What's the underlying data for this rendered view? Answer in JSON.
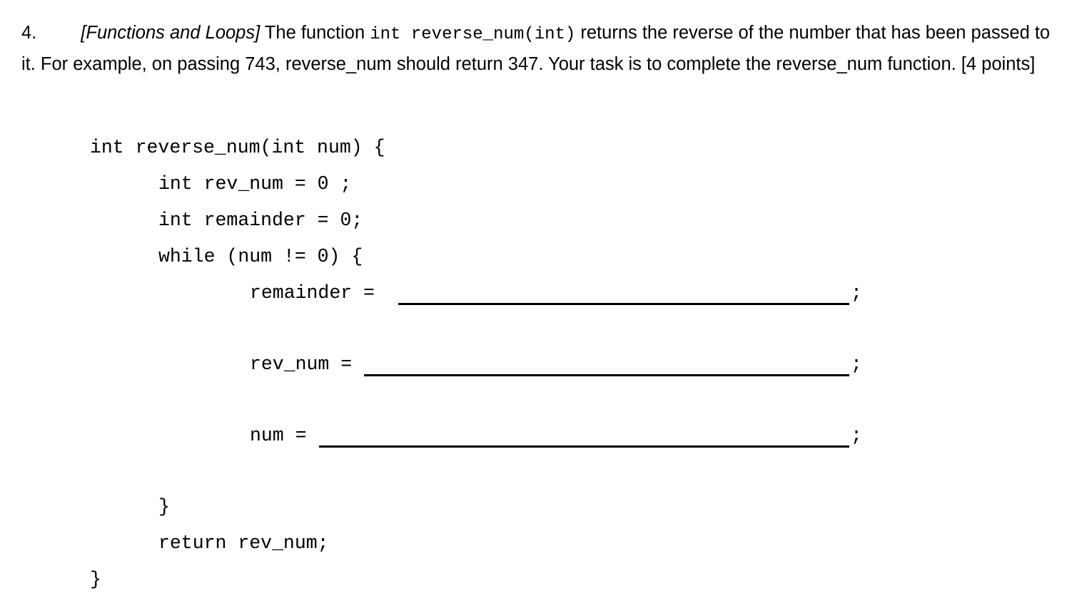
{
  "question": {
    "number": "4.",
    "tag": "[Functions and Loops]",
    "text_before_code": " The function ",
    "inline_code": "int reverse_num(int)",
    "text_after_code": " returns the reverse of the number that has been passed to it.  For example, on passing 743, reverse_num should return 347. Your task is to complete the reverse_num function. [4 points]"
  },
  "code": {
    "lines": [
      {
        "id": "signature",
        "text": "int reverse_num(int num) {",
        "indent": "ind0",
        "type": "text"
      },
      {
        "id": "decl-rev-num",
        "text": "int rev_num = 0 ;",
        "indent": "ind1",
        "type": "text"
      },
      {
        "id": "decl-remainder",
        "text": "int remainder = 0;",
        "indent": "ind1",
        "type": "text"
      },
      {
        "id": "while-open",
        "text": "while (num != 0) {",
        "indent": "ind1",
        "type": "text"
      },
      {
        "id": "blank-remainder",
        "label": "remainder =  ",
        "indent": "ind2",
        "type": "blank",
        "rule_start": 558,
        "rule_end": 1190,
        "terminator": ";"
      },
      {
        "id": "blank-rev-num",
        "label": "rev_num = ",
        "indent": "ind2",
        "type": "blank",
        "rule_start": 510,
        "rule_end": 1190,
        "terminator": ";"
      },
      {
        "id": "blank-num",
        "label": "num = ",
        "indent": "ind2",
        "type": "blank",
        "rule_start": 447,
        "rule_end": 1190,
        "terminator": ";"
      },
      {
        "id": "while-close",
        "text": "}",
        "indent": "ind1",
        "type": "text"
      },
      {
        "id": "return-stmt",
        "text": "return rev_num;",
        "indent": "ind1",
        "type": "text"
      },
      {
        "id": "func-close",
        "text": "}",
        "indent": "ind0",
        "type": "text"
      }
    ]
  },
  "colors": {
    "background": "#ffffff",
    "text": "#000000",
    "rule": "#000000"
  }
}
